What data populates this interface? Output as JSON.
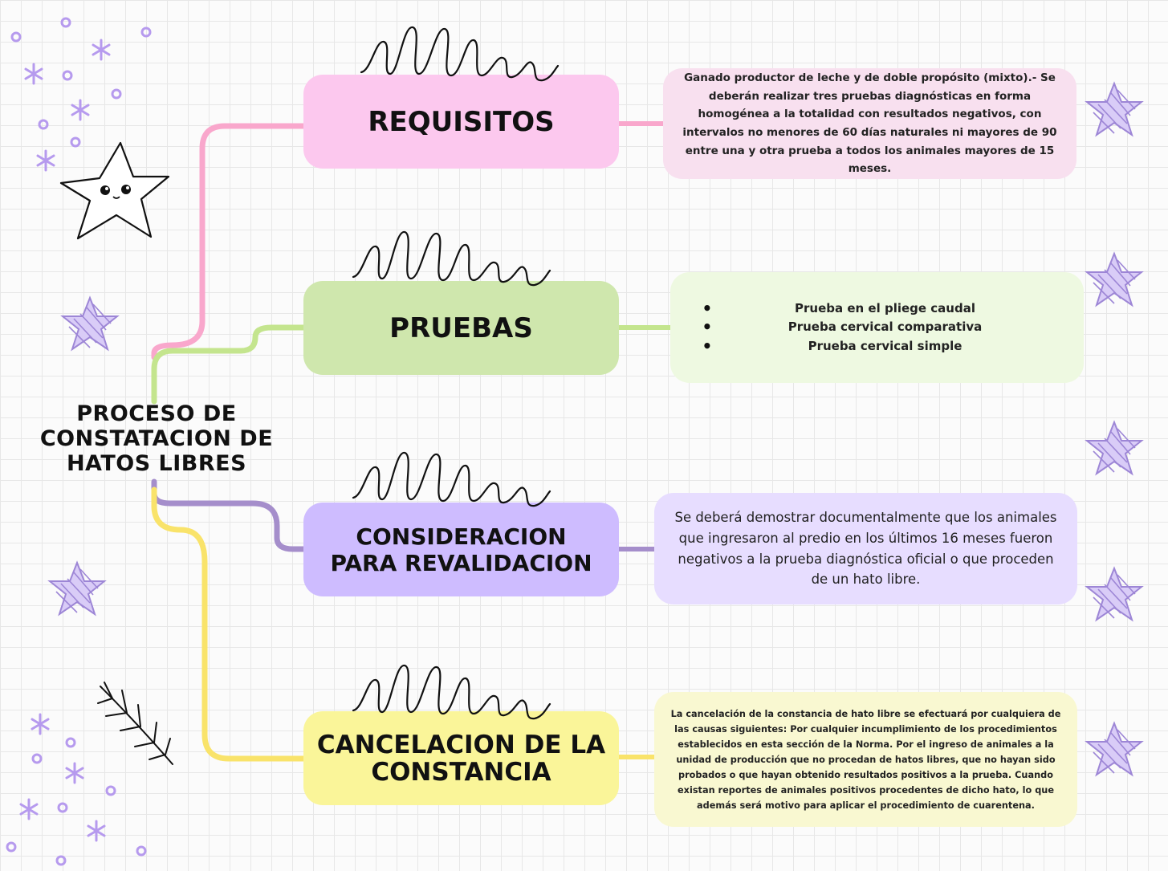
{
  "title": "PROCESO DE\nCONSTATACION DE\nHATOS LIBRES",
  "branches": [
    {
      "label": "REQUISITOS",
      "color": "#fcc8ee",
      "line_color": "#f9a7cc",
      "description": "Ganado productor de leche y de doble propósito (mixto).- Se deberán realizar tres pruebas diagnósticas en forma homogénea a la totalidad con resultados negativos, con intervalos no menores de 60 días naturales ni mayores de 90 entre una y otra prueba a todos los animales mayores de 15 meses."
    },
    {
      "label": "PRUEBAS",
      "color": "#cfe7ad",
      "line_color": "#c4e58e",
      "bullets": [
        "Prueba en el pliege caudal",
        "Prueba cervical comparativa",
        "Prueba cervical simple"
      ]
    },
    {
      "label": "CONSIDERACION\nPARA REVALIDACION",
      "color": "#cebcff",
      "line_color": "#a58ecb",
      "description": "Se deberá demostrar documentalmente que los animales que ingresaron al predio en los últimos 16 meses fueron negativos a la prueba diagnóstica oficial o que proceden de un hato libre."
    },
    {
      "label": "CANCELACION DE LA\nCONSTANCIA",
      "color": "#faf599",
      "line_color": "#f9e36a",
      "description": "La cancelación de la constancia de hato libre se efectuará por cualquiera de las causas siguientes: Por cualquier incumplimiento de los procedimientos establecidos en esta sección de la Norma. Por el ingreso de animales a la unidad de producción que no procedan de hatos libres, que no hayan sido probados o que hayan obtenido resultados positivos a la prueba. Cuando existan reportes de animales positivos procedentes de dicho hato, lo que además será motivo para aplicar el procedimiento de cuarentena."
    }
  ],
  "decorations": {
    "accent_color": "#b69aee",
    "doodle_star_icon": "star-face-icon",
    "sparkle_icon": "sparkle-icon",
    "leaf_icon": "leaf-sprig-icon",
    "scribble_icon": "loop-scribble-icon"
  }
}
